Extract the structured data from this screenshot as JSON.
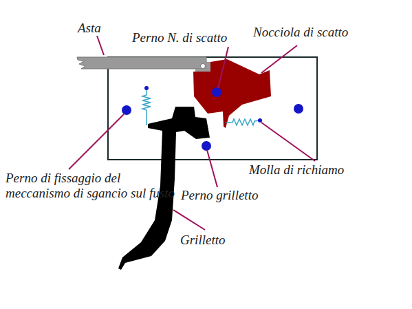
{
  "diagram": {
    "labels": [
      "Asta",
      "Perno N. di scatto",
      "Nocciola di scatto",
      "Perno di fissaggio del meccanismo di sgancio sul fusto",
      "Molla di richiamo",
      "Perno grilletto",
      "Grilletto"
    ]
  }
}
